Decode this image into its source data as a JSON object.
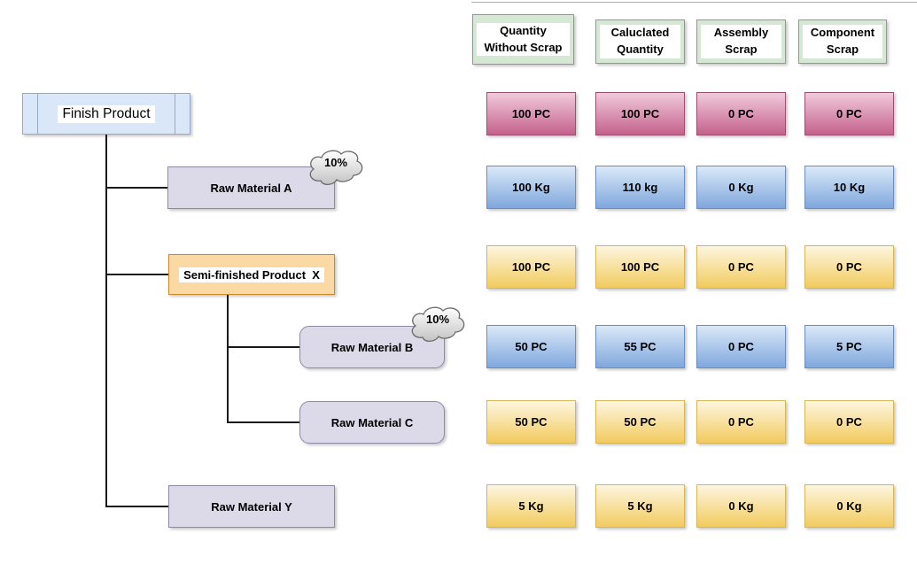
{
  "tree": {
    "finish_product": "Finish Product",
    "raw_material_a": "Raw Material A",
    "raw_material_a_scrap": "10%",
    "semi_finished_x": "Semi-finished Product  X",
    "raw_material_b": "Raw Material B",
    "raw_material_b_scrap": "10%",
    "raw_material_c": "Raw Material C",
    "raw_material_y": "Raw Material Y"
  },
  "grid": {
    "headers": [
      "Quantity Without Scrap",
      "Caluclated Quantity",
      "Assembly Scrap",
      "Component Scrap"
    ],
    "rows": [
      {
        "item": "Finish Product",
        "color": "pink",
        "values": [
          "100 PC",
          "100 PC",
          "0 PC",
          "0 PC"
        ]
      },
      {
        "item": "Raw Material A",
        "color": "blue",
        "values": [
          "100 Kg",
          "110 kg",
          "0 Kg",
          "10 Kg"
        ]
      },
      {
        "item": "Semi-finished Product X",
        "color": "yellow",
        "values": [
          "100 PC",
          "100 PC",
          "0 PC",
          "0 PC"
        ]
      },
      {
        "item": "Raw Material B",
        "color": "blue",
        "values": [
          "50 PC",
          "55 PC",
          "0 PC",
          "5 PC"
        ]
      },
      {
        "item": "Raw Material C",
        "color": "yellow",
        "values": [
          "50 PC",
          "50 PC",
          "0 PC",
          "0 PC"
        ]
      },
      {
        "item": "Raw Material Y",
        "color": "yellow",
        "values": [
          "5 Kg",
          "5 Kg",
          "0 Kg",
          "0 Kg"
        ]
      }
    ]
  },
  "colors": {
    "header_fill": "#d5e8d4",
    "header_border": "#969696",
    "pink_top": "#f1cbdc",
    "pink_bottom": "#c4618c",
    "pink_border": "#9c4d72",
    "blue_top": "#dbe9f8",
    "blue_bottom": "#7fa7dd",
    "blue_border": "#6c8ebf",
    "yellow_top": "#fdf6e0",
    "yellow_bottom": "#f2cb5e",
    "yellow_border": "#d6b656",
    "lavender_fill": "#dcd9e8",
    "lavender_border": "#8f8aa4",
    "orange_fill": "#fbd9a4",
    "orange_border": "#c9892e",
    "finish_fill": "#d9e7f8",
    "finish_border": "#96a9c8",
    "cloud_top": "#ffffff",
    "cloud_bottom": "#c3c3c3",
    "cloud_border": "#6b6b6b",
    "line": "#1a1a1a"
  }
}
